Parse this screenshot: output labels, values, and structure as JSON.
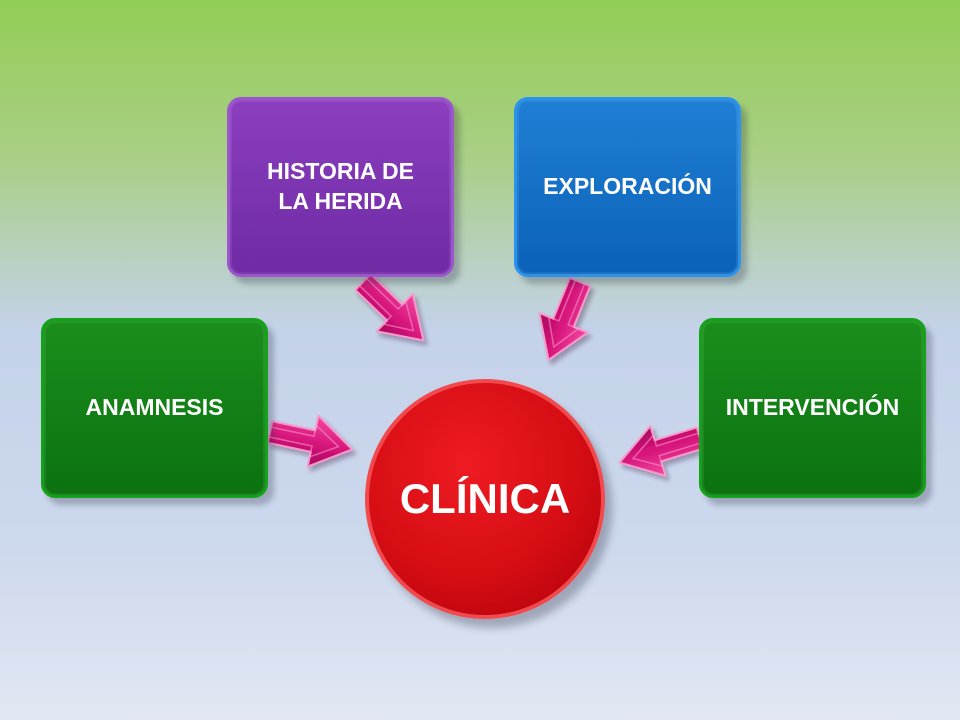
{
  "center": {
    "label": "CLÍNICA"
  },
  "boxes": {
    "anamnesis": {
      "label": "ANAMNESIS"
    },
    "historia": {
      "line1": "HISTORIA DE",
      "line2": "LA HERIDA"
    },
    "exploracion": {
      "label": "EXPLORACIÓN"
    },
    "intervencion": {
      "label": "INTERVENCIÓN"
    }
  },
  "colors": {
    "box_green": "#0b7210",
    "box_purple": "#6f2aa4",
    "box_blue": "#0b62b8",
    "center_red": "#d60d14",
    "arrow_magenta": "#e0157a"
  }
}
